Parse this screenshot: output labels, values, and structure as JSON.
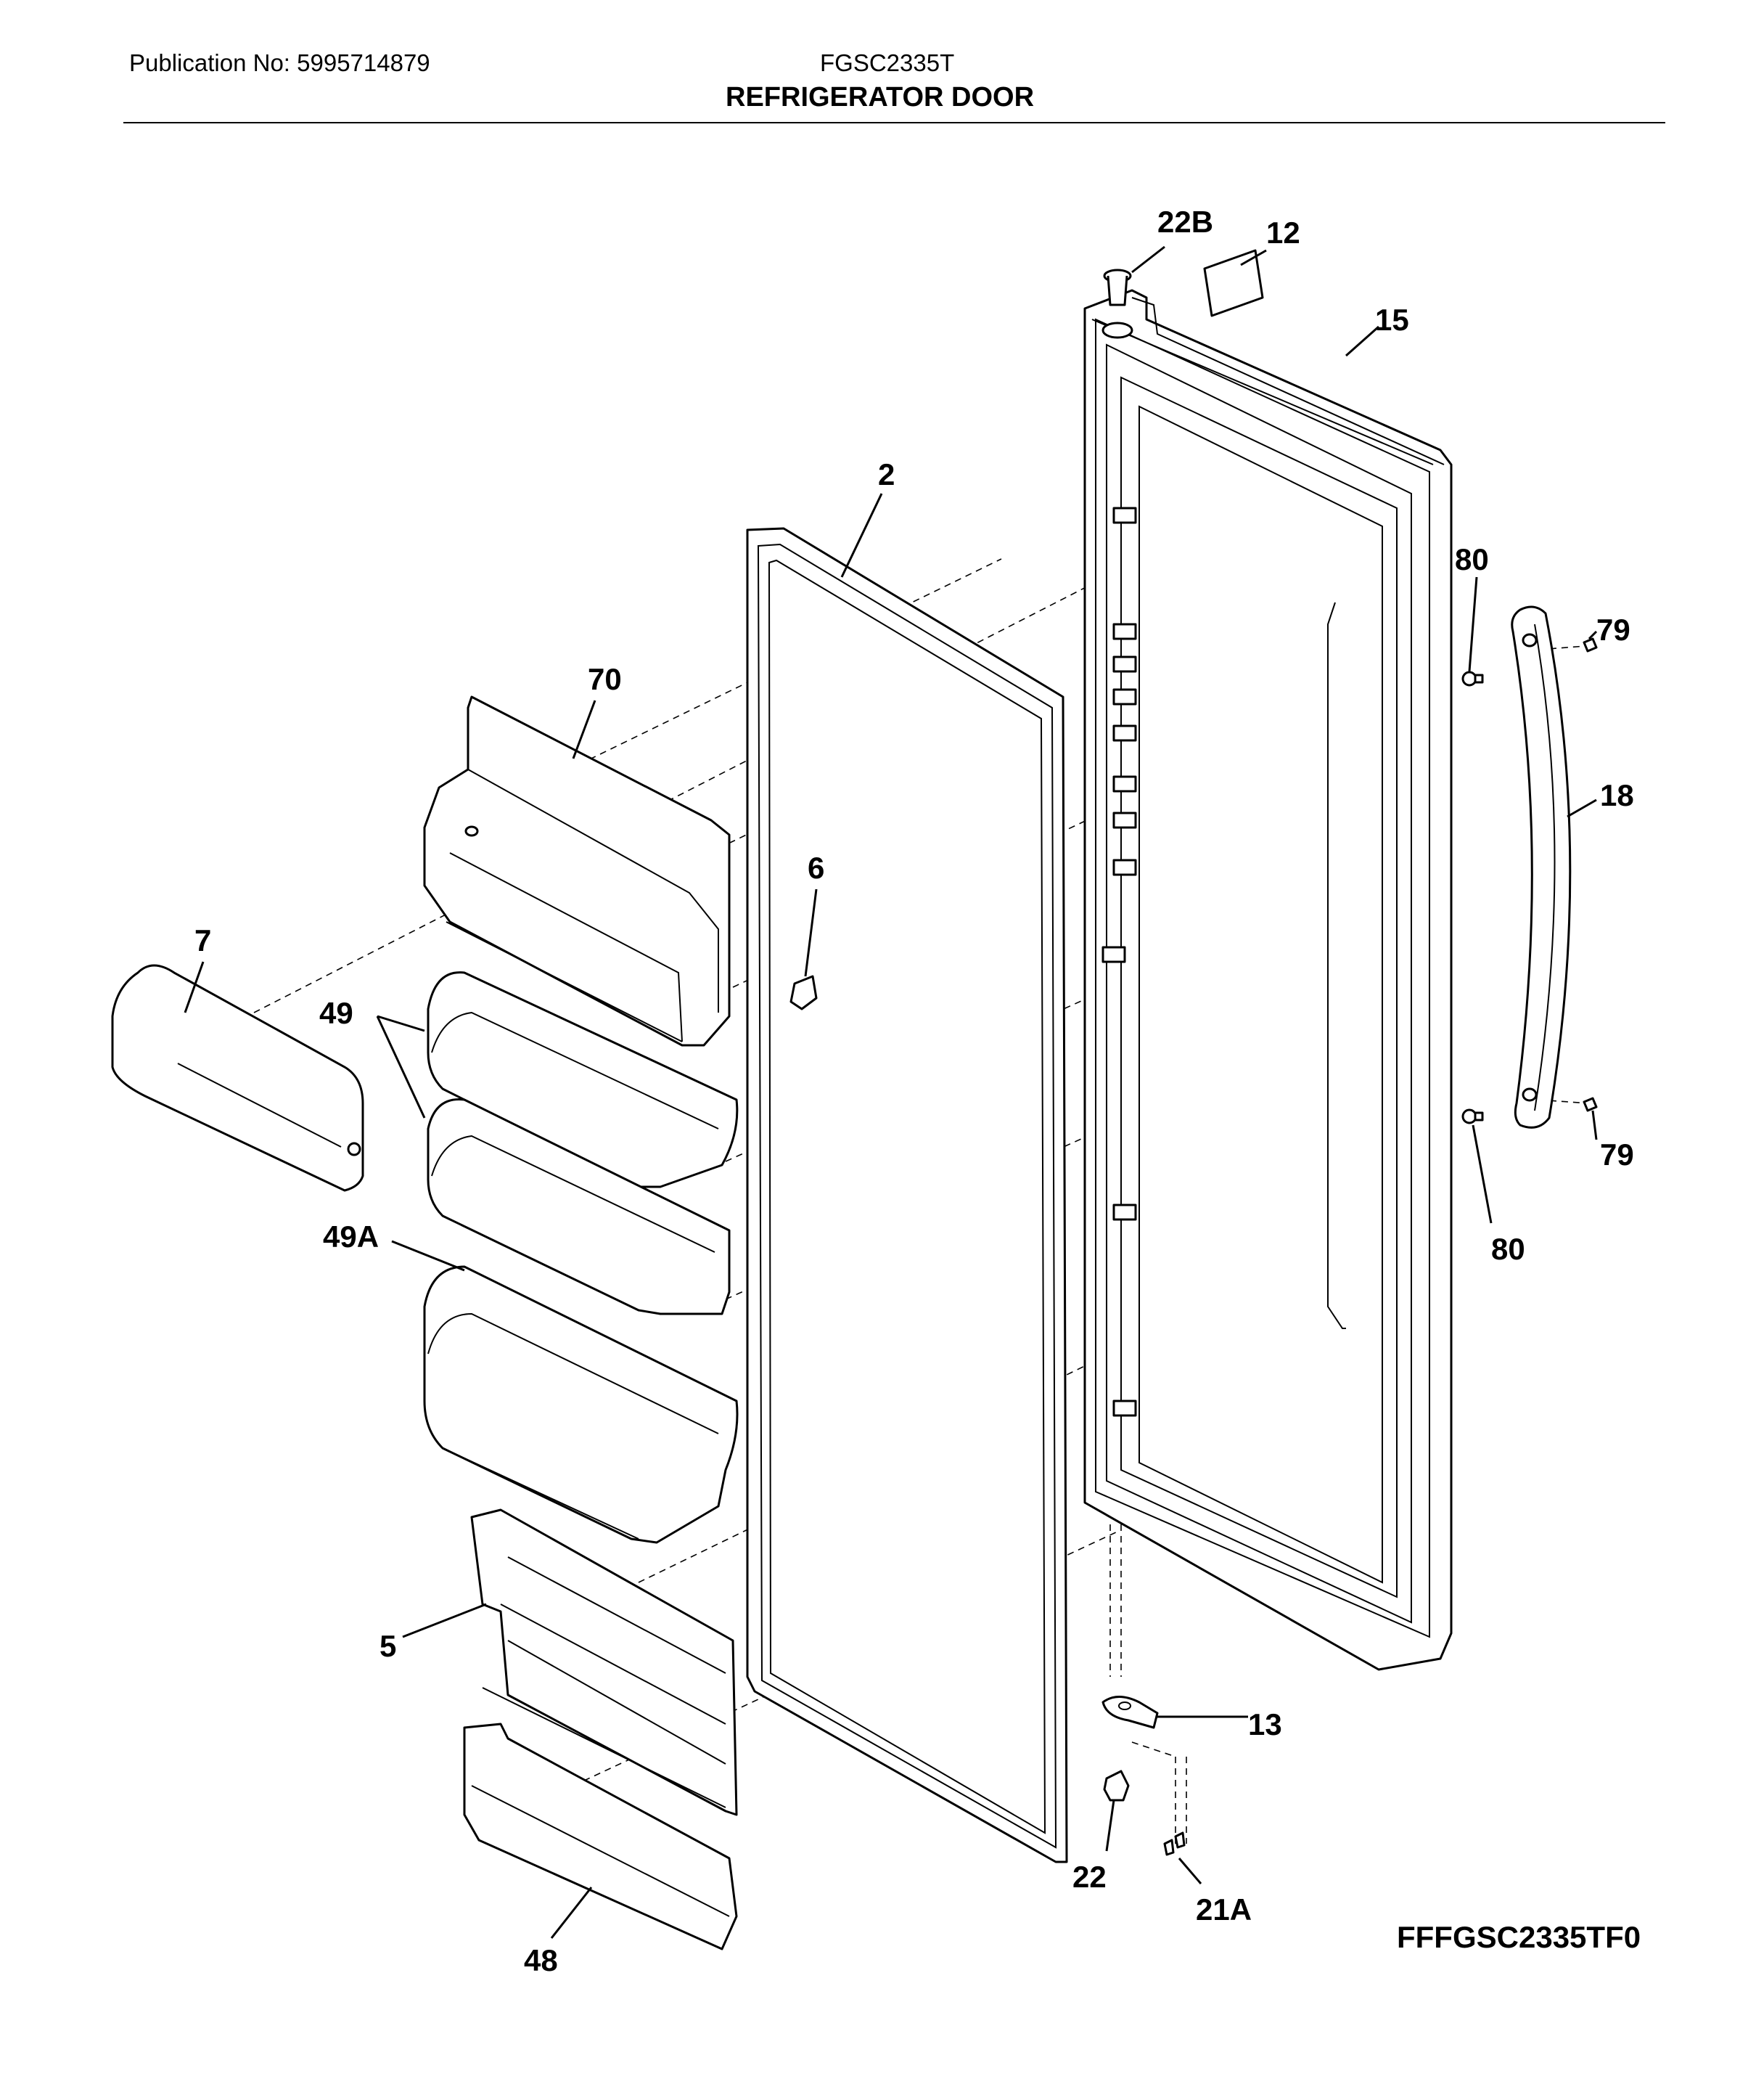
{
  "header": {
    "publication": "Publication No: 5995714879",
    "model": "FGSC2335T",
    "title": "REFRIGERATOR DOOR"
  },
  "diagram_code": "FFFGSC2335TF0",
  "callouts": {
    "c22b": "22B",
    "c12": "12",
    "c15": "15",
    "c2": "2",
    "c80a": "80",
    "c79a": "79",
    "c70": "70",
    "c18": "18",
    "c6": "6",
    "c7": "7",
    "c49": "49",
    "c79b": "79",
    "c49a": "49A",
    "c80b": "80",
    "c5": "5",
    "c13": "13",
    "c22": "22",
    "c21a": "21A",
    "c48": "48"
  }
}
